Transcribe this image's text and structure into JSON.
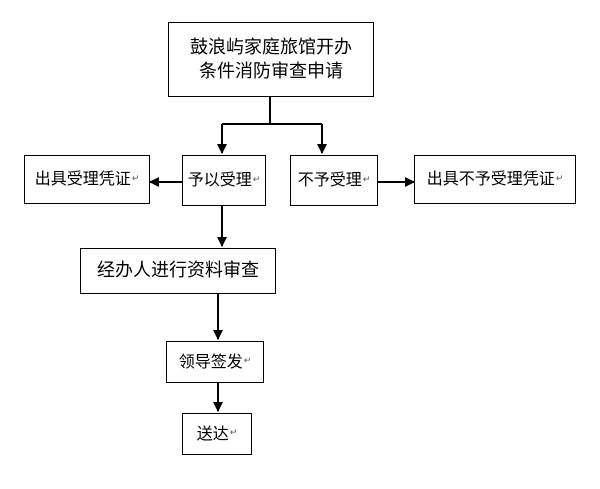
{
  "flow": {
    "start_line1": "鼓浪屿家庭旅馆开办",
    "start_line2": "条件消防审查申请",
    "accept": "予以受理",
    "reject": "不予受理",
    "issue_accept": "出具受理凭证",
    "issue_reject": "出具不予受理凭证",
    "review": "经办人进行资料审查",
    "sign": "领导签发",
    "deliver": "送达",
    "return_mark": "↵"
  }
}
